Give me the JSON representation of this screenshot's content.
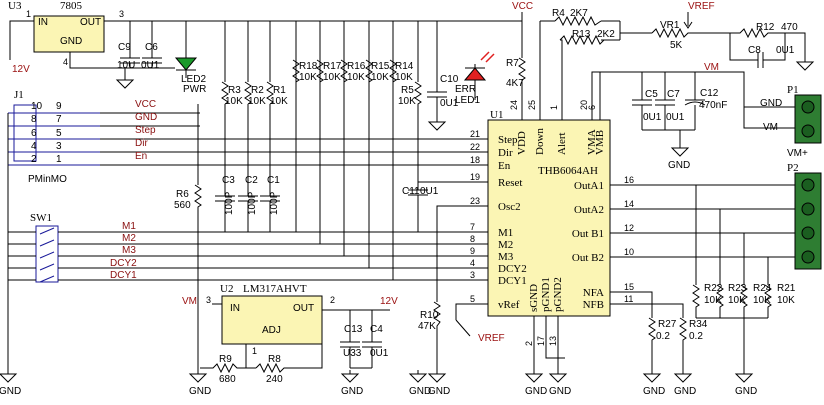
{
  "title": "",
  "u3": {
    "ref": "U3",
    "part": "7805",
    "pin_in": "IN",
    "pin_out": "OUT",
    "pin_gnd": "GND",
    "p1": "1",
    "p3": "3",
    "p4": "4"
  },
  "net_12v_left": "12V",
  "vcc_top": "VCC",
  "vref_top": "VREF",
  "r4": {
    "ref": "R4",
    "val": "2K7"
  },
  "r13": {
    "ref": "R13",
    "val": "2K2"
  },
  "vr1": {
    "ref": "VR1",
    "val": "5K"
  },
  "r12": {
    "ref": "R12",
    "val": "470"
  },
  "c8": {
    "ref": "C8",
    "val": "0U1"
  },
  "vm_top": "VM",
  "c9": {
    "ref": "C9",
    "val": "10U"
  },
  "c6": {
    "ref": "C6",
    "val": "0U1"
  },
  "led2": {
    "ref": "LED2",
    "label": "PWR"
  },
  "r3": {
    "ref": "R3",
    "val": "10K"
  },
  "r2": {
    "ref": "R2",
    "val": "10K"
  },
  "r1": {
    "ref": "R1",
    "val": "10K"
  },
  "r18": {
    "ref": "R18",
    "val": "10K"
  },
  "r17": {
    "ref": "R17",
    "val": "10K"
  },
  "r16": {
    "ref": "R16",
    "val": "10K"
  },
  "r15": {
    "ref": "R15",
    "val": "10K"
  },
  "r14": {
    "ref": "R14",
    "val": "10K"
  },
  "r5": {
    "ref": "R5",
    "val": "10K"
  },
  "c10": {
    "ref": "C10",
    "val": "0U1"
  },
  "led1": {
    "ref": "LED1",
    "label": "ERR"
  },
  "r7": {
    "ref": "R7",
    "val": "4K7"
  },
  "c5": {
    "ref": "C5",
    "val": "0U1"
  },
  "c7": {
    "ref": "C7",
    "val": "0U1"
  },
  "c12": {
    "ref": "C12",
    "val": "470nF"
  },
  "p1": {
    "ref": "P1",
    "gnd": "GND",
    "vm": "VM",
    "vmplus": "VM+"
  },
  "p2": {
    "ref": "P2"
  },
  "j1": {
    "ref": "J1",
    "part": "PMinMO",
    "pins": [
      "10",
      "9",
      "8",
      "7",
      "6",
      "5",
      "4",
      "3",
      "2",
      "1"
    ]
  },
  "j1_nets": [
    "VCC",
    "GND",
    "Step",
    "Dir",
    "En"
  ],
  "r6": {
    "ref": "R6",
    "val": "560"
  },
  "c3": {
    "ref": "C3",
    "val": "100P"
  },
  "c2": {
    "ref": "C2",
    "val": "100P"
  },
  "c1": {
    "ref": "C1",
    "val": "100P"
  },
  "c11": {
    "ref": "C11",
    "val": "0U1"
  },
  "sw1": {
    "ref": "SW1"
  },
  "sw_nets": [
    "M1",
    "M2",
    "M3",
    "DCY2",
    "DCY1"
  ],
  "u1": {
    "ref": "U1",
    "part": "THB6064AH",
    "left_pins": [
      {
        "num": "21",
        "name": "Step"
      },
      {
        "num": "22",
        "name": "Dir"
      },
      {
        "num": "18",
        "name": "En"
      },
      {
        "num": "19",
        "name": "Reset"
      },
      {
        "num": "23",
        "name": "Osc2"
      },
      {
        "num": "7",
        "name": "M1"
      },
      {
        "num": "8",
        "name": "M2"
      },
      {
        "num": "9",
        "name": "M3"
      },
      {
        "num": "4",
        "name": "DCY2"
      },
      {
        "num": "3",
        "name": "DCY1"
      },
      {
        "num": "5",
        "name": "vRef"
      }
    ],
    "top_pins": [
      {
        "num": "24",
        "name": "VDD"
      },
      {
        "num": "25",
        "name": "Down"
      },
      {
        "num": "1",
        "name": "Alert"
      },
      {
        "num": "20",
        "name": "VMA"
      },
      {
        "num": "6",
        "name": "VMB"
      }
    ],
    "right_pins": [
      {
        "num": "16",
        "name": "OutA1"
      },
      {
        "num": "14",
        "name": "OutA2"
      },
      {
        "num": "12",
        "name": "Out B1"
      },
      {
        "num": "10",
        "name": "Out B2"
      },
      {
        "num": "15",
        "name": "NFA"
      },
      {
        "num": "11",
        "name": "NFB"
      }
    ],
    "bottom_pins": [
      {
        "num": "2",
        "name": "sGND"
      },
      {
        "num": "17",
        "name": "pGND1"
      },
      {
        "num": "13",
        "name": "pGND2"
      }
    ]
  },
  "r10": {
    "ref": "R10",
    "val": "47K"
  },
  "vref_mid": "VREF",
  "r27": {
    "ref": "R27",
    "val": "0.2"
  },
  "r34": {
    "ref": "R34",
    "val": "0.2"
  },
  "r22": {
    "ref": "R22",
    "val": "10K"
  },
  "r23": {
    "ref": "R23",
    "val": "10K"
  },
  "r24": {
    "ref": "R24",
    "val": "10K"
  },
  "r21": {
    "ref": "R21",
    "val": "10K"
  },
  "u2": {
    "ref": "U2",
    "part": "LM317AHVT",
    "pin_in": "IN",
    "pin_out": "OUT",
    "pin_adj": "ADJ",
    "p3": "3",
    "p2": "2",
    "p1": "1"
  },
  "vm_u2": "VM",
  "net_12v_u2": "12V",
  "c13": {
    "ref": "C13",
    "val": "U33"
  },
  "c4": {
    "ref": "C4",
    "val": "0U1"
  },
  "r9": {
    "ref": "R9",
    "val": "680"
  },
  "r8": {
    "ref": "R8",
    "val": "240"
  },
  "gnd": "GND"
}
